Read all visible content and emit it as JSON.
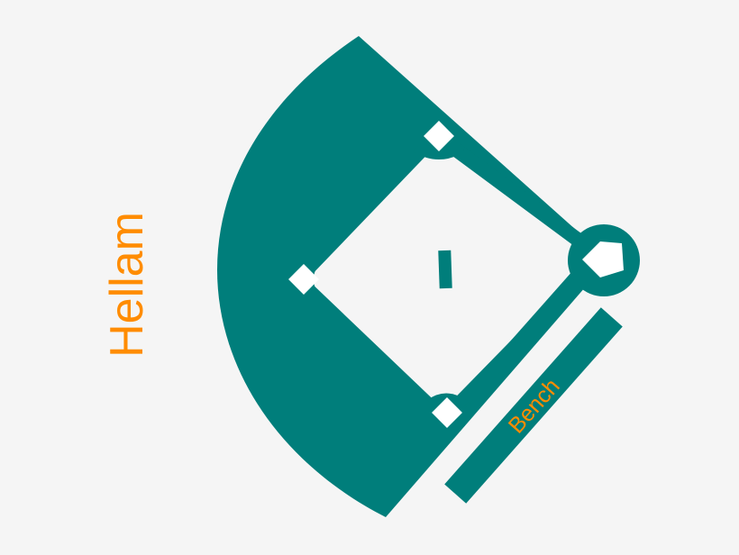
{
  "labels": {
    "field_name": "Hellam",
    "bench": "Bench"
  },
  "colors": {
    "background": "#f5f5f5",
    "field": "#007e7b",
    "infield": "#f5f5f5",
    "bases": "#ffffff",
    "label_text": "#ff8c00"
  },
  "icons": {
    "first_base": "base-square",
    "second_base": "base-square",
    "third_base": "base-square",
    "home_plate": "home-plate-pentagon",
    "pitchers_rubber": "rubber-bar"
  }
}
